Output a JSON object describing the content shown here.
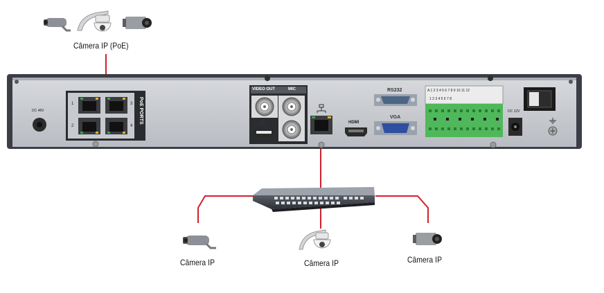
{
  "labels": {
    "poe_cameras": "Câmera IP (PoE)",
    "camera_left": "Câmera IP",
    "camera_center": "Câmera IP",
    "camera_right": "Câmera IP"
  },
  "panel": {
    "video_out": "VIDEO OUT",
    "mic": "MIC",
    "rs232": "RS232",
    "vga": "VGA",
    "hdmi": "HDMI",
    "poe_ports": "PoE PORTS",
    "port_numbers": [
      "1",
      "2",
      "3",
      "4"
    ],
    "alarm_top": "A 1 2 3 4 5 6 7 8 9 10 11 12",
    "alarm_bottom": "1 2 3 4 5 6 7 8",
    "dc_in_left": "DC 48V",
    "dc_in_right": "DC 12V"
  },
  "colors": {
    "connection_line": "#d0202e",
    "panel_gray": "#c9ccd1",
    "panel_dark": "#2a2c30",
    "terminal_green": "#4fb85a"
  }
}
